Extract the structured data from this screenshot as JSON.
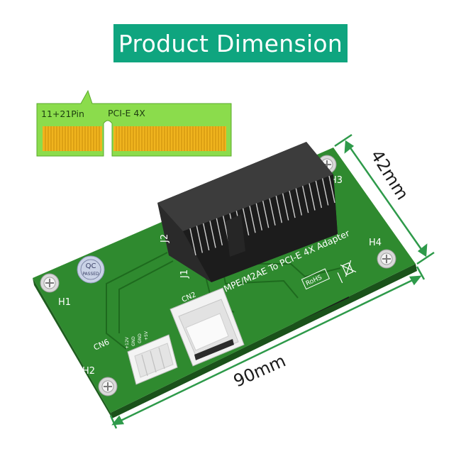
{
  "title": "Product Dimension",
  "connector_inset": {
    "pin_label": "11+21Pin",
    "interface_label": "PCI-E 4X"
  },
  "board": {
    "silkscreen": "MPE/M2AE To PCI-E 4X Adapter",
    "mounting_holes": [
      "H1",
      "H2",
      "H3",
      "H4"
    ],
    "connectors": [
      "J1",
      "J2",
      "CN2",
      "CN6"
    ],
    "power_pins": [
      "+12V",
      "GND",
      "GND",
      "+5V"
    ],
    "qc_stamp": {
      "top": "QC",
      "bottom": "PASSED"
    },
    "rohs_mark": "RoHS"
  },
  "dimensions": {
    "width": "90mm",
    "height": "42mm"
  },
  "colors": {
    "banner": "#0fa57f",
    "pcb": "#2f8a2f",
    "gold_fingers": "#f0b41e",
    "dimension_lines": "#2e9a4a"
  }
}
